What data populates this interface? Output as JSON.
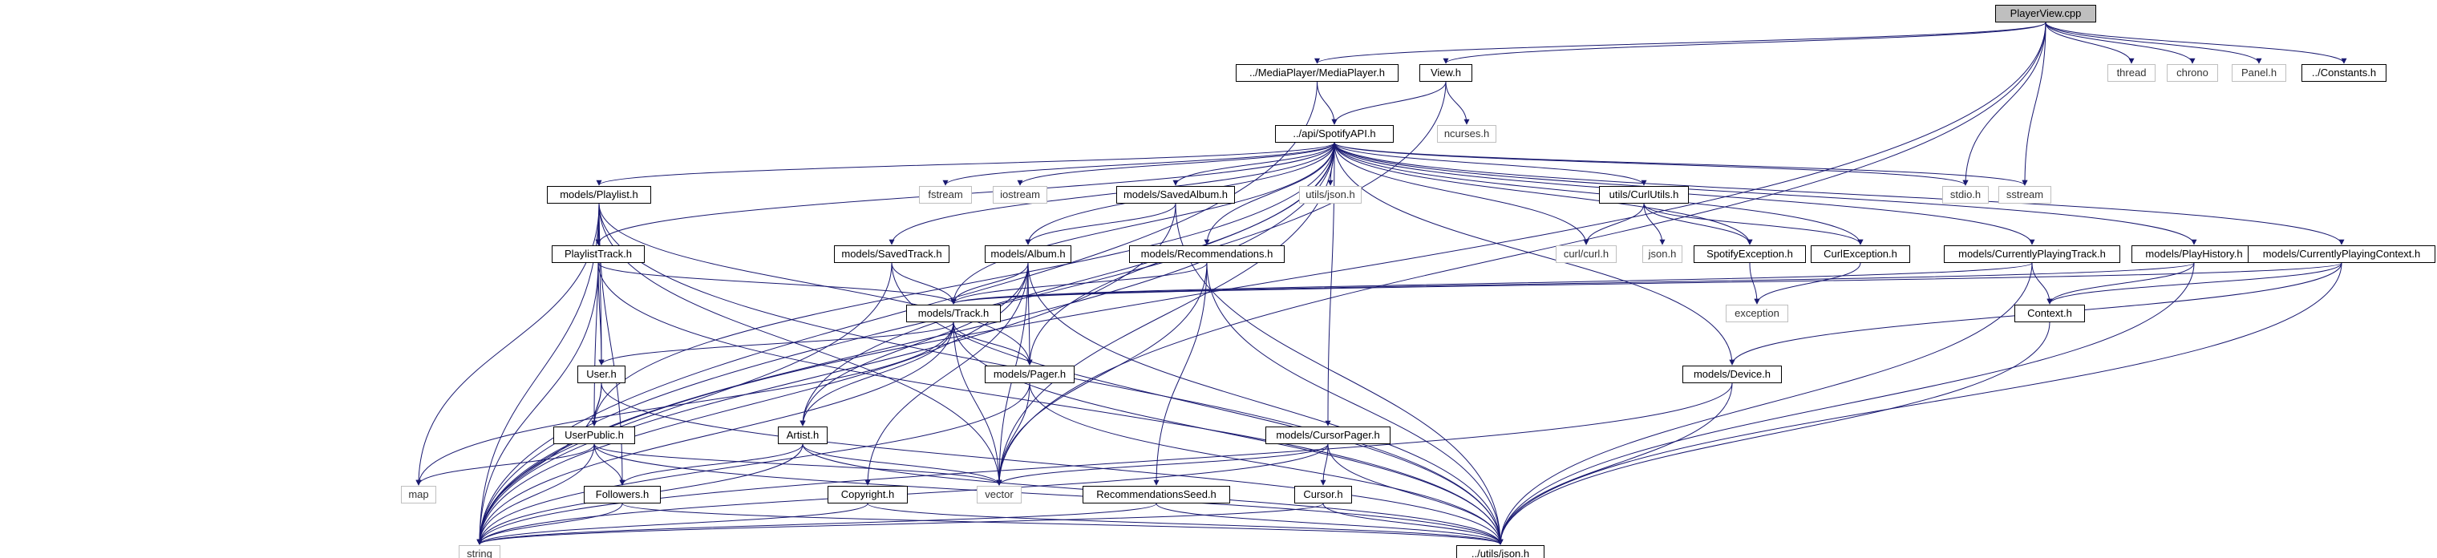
{
  "colors": {
    "edge": "#191970",
    "node_border": "#000000",
    "external_border": "#bfbfbf",
    "root_fill": "#bfbfbf"
  },
  "nodes": {
    "playerview": "PlayerView.cpp",
    "mediaplayer": "../MediaPlayer/MediaPlayer.h",
    "view": "View.h",
    "thread": "thread",
    "chrono": "chrono",
    "panel": "Panel.h",
    "constants": "../Constants.h",
    "spotifyapi": "../api/SpotifyAPI.h",
    "ncurses": "ncurses.h",
    "playlist": "models/Playlist.h",
    "fstream": "fstream",
    "iostream": "iostream",
    "savedalbum": "models/SavedAlbum.h",
    "utilsjson": "utils/json.h",
    "curlutils": "utils/CurlUtils.h",
    "stdio": "stdio.h",
    "sstream": "sstream",
    "playlisttrack": "PlaylistTrack.h",
    "savedtrack": "models/SavedTrack.h",
    "album": "models/Album.h",
    "recommendations": "models/Recommendations.h",
    "curlh": "curl/curl.h",
    "jsonh": "json.h",
    "spotifyexception": "SpotifyException.h",
    "curlexception": "CurlException.h",
    "currentlyplayingtrack": "models/CurrentlyPlayingTrack.h",
    "playhistory": "models/PlayHistory.h",
    "currentlyplayingcontext": "models/CurrentlyPlayingContext.h",
    "track": "models/Track.h",
    "exception": "exception",
    "context": "Context.h",
    "user": "User.h",
    "pager": "models/Pager.h",
    "device": "models/Device.h",
    "userpublic": "UserPublic.h",
    "artist": "Artist.h",
    "cursorpager": "models/CursorPager.h",
    "map": "map",
    "vector": "vector",
    "followers": "Followers.h",
    "copyright": "Copyright.h",
    "recommendationsseed": "RecommendationsSeed.h",
    "cursor": "Cursor.h",
    "string": "string",
    "json": "../utils/json.h"
  }
}
